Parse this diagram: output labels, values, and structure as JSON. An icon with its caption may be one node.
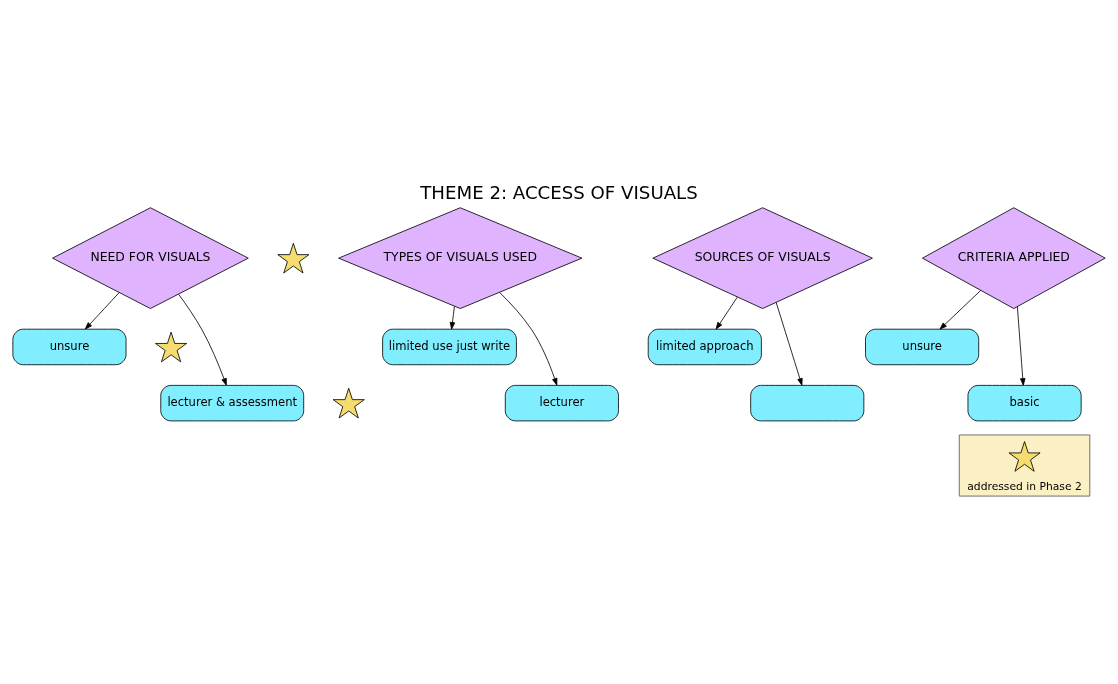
{
  "diagram": {
    "title": "THEME 2: ACCESS OF VISUALS",
    "nodes": [
      {
        "text": [
          "NEED FOR VISUALS"
        ]
      },
      {
        "text": [
          "unsure"
        ]
      },
      {
        "text": [
          "lecturer & assessment"
        ]
      },
      {
        "text": [
          "TYPES OF VISUALS USED"
        ]
      },
      {
        "text": [
          "limited use just write"
        ]
      },
      {
        "text": [
          "lecturer"
        ]
      },
      {
        "text": [
          "SOURCES OF VISUALS"
        ]
      },
      {
        "text": [
          "limited approach"
        ]
      },
      {
        "text": [],
        "shape": "box"
      },
      {
        "text": [
          "CRITERIA APPLIED"
        ]
      },
      {
        "text": [
          "unsure"
        ]
      },
      {
        "text": [
          "basic"
        ]
      },
      {
        "text": [],
        "shape": "star"
      },
      {
        "text": [],
        "shape": "star"
      },
      {
        "text": [],
        "shape": "star"
      },
      {
        "text": [
          "addressed in Phase 2"
        ]
      },
      {
        "text": [],
        "shape": "star",
        "in": 15
      }
    ],
    "edges": [
      {
        "from": 0,
        "to": 1,
        "arrow": "to"
      },
      {
        "from": 0,
        "to": 2,
        "arrow": "to"
      },
      {
        "from": 3,
        "to": 4,
        "arrow": "to"
      },
      {
        "from": 3,
        "to": 5,
        "arrow": "to"
      },
      {
        "from": 6,
        "to": 7,
        "arrow": "to"
      },
      {
        "from": 6,
        "to": 8,
        "arrow": "to"
      },
      {
        "from": 9,
        "to": 10,
        "arrow": "to"
      },
      {
        "from": 9,
        "to": 11,
        "arrow": "to"
      }
    ]
  }
}
